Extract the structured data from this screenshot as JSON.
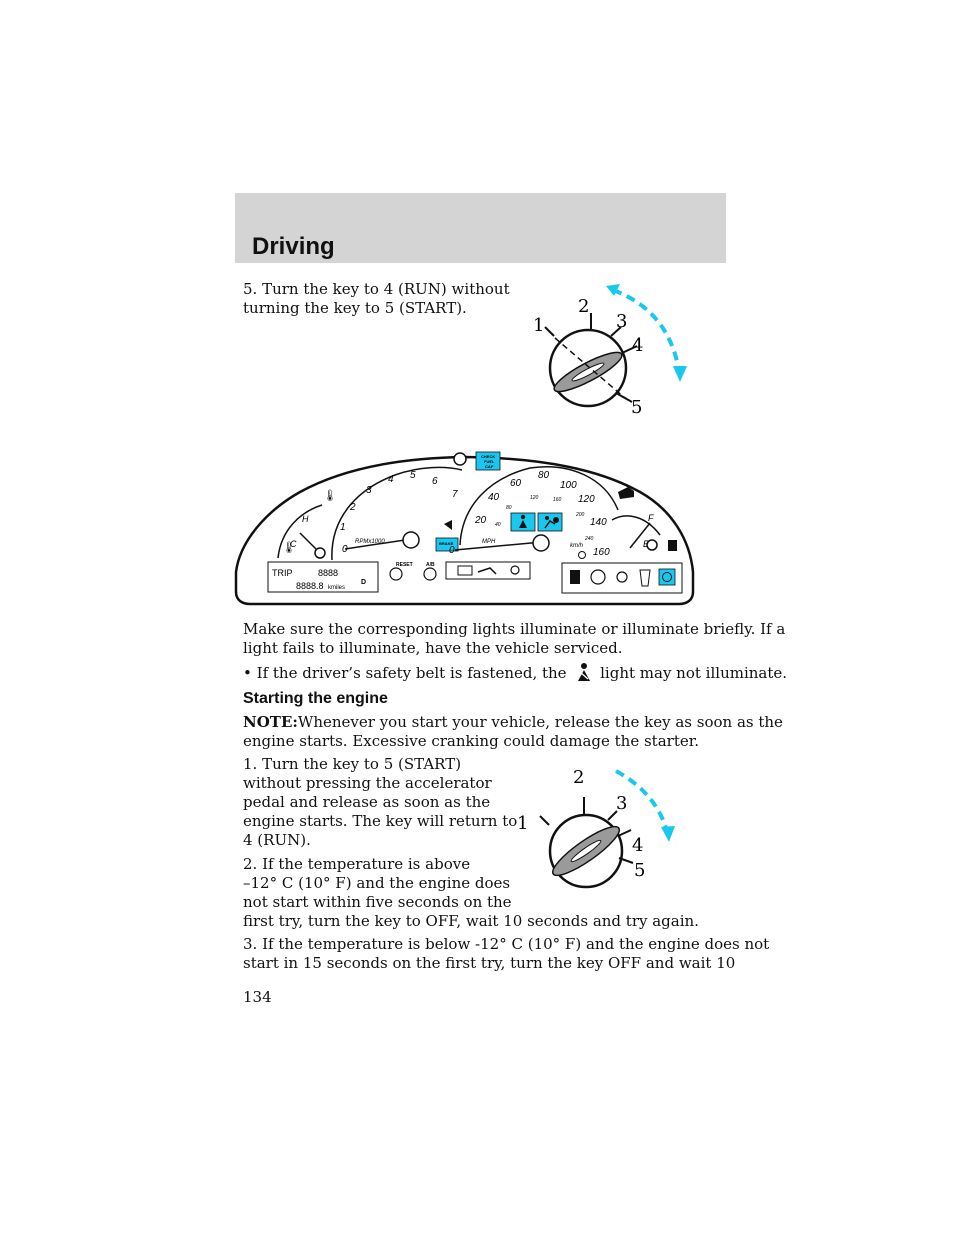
{
  "header": {
    "title": "Driving"
  },
  "step5": {
    "line1": "5. Turn the key to 4 (RUN) without",
    "line2": "turning the key to 5 (START)."
  },
  "ignition": {
    "positions": [
      "1",
      "2",
      "3",
      "4",
      "5"
    ]
  },
  "cluster": {
    "tach_ticks": [
      "0",
      "1",
      "2",
      "3",
      "4",
      "5",
      "6",
      "7"
    ],
    "tach_unit": "RPMx1000",
    "speed_mph": [
      "0",
      "20",
      "40",
      "60",
      "80",
      "100",
      "120",
      "140",
      "160"
    ],
    "speed_kmh": [
      "40",
      "80",
      "120",
      "160",
      "200",
      "240"
    ],
    "speed_unit": "MPH",
    "kmh_unit": "km/h",
    "temp_hot": "H",
    "temp_cold": "C",
    "fuel_full": "F",
    "fuel_empty": "E",
    "check_fuel_cap": [
      "CHECK",
      "FUEL",
      "CAP"
    ],
    "brake": "BRAKE",
    "reset": "RESET",
    "ab": "A/B",
    "trip": "TRIP",
    "odo_unit": "kmiles",
    "odo_digits_trip": "8888",
    "odo_digits_total": "8888.8",
    "gear": "D"
  },
  "para1": {
    "line1": "Make sure the corresponding lights illuminate or illuminate briefly. If a",
    "line2": "light fails to illuminate, have the vehicle serviced."
  },
  "bullet1": {
    "mark": "•",
    "before": "If the driver’s safety belt is fastened, the",
    "after": "light may not illuminate."
  },
  "section": {
    "title": "Starting the engine"
  },
  "note": {
    "label": "NOTE:",
    "line1": "Whenever you start your vehicle, release the key as soon as the",
    "line2": "engine starts. Excessive cranking could damage the starter."
  },
  "step1": {
    "line1": "1. Turn the key to 5 (START)",
    "line2": "without pressing the accelerator",
    "line3": "pedal and release as soon as the",
    "line4": "engine starts. The key will return to",
    "line5": "4 (RUN)."
  },
  "step2": {
    "line1": "2. If the temperature is above",
    "line2": "–12° C (10° F) and the engine does",
    "line3": "not start within five seconds on the",
    "line4": "first try, turn the key to OFF, wait 10 seconds and try again."
  },
  "step3": {
    "line1": "3. If the temperature is below -12° C (10° F) and the engine does not",
    "line2": "start in 15 seconds on the first try, turn the key OFF and wait 10"
  },
  "page": {
    "number": "134"
  }
}
